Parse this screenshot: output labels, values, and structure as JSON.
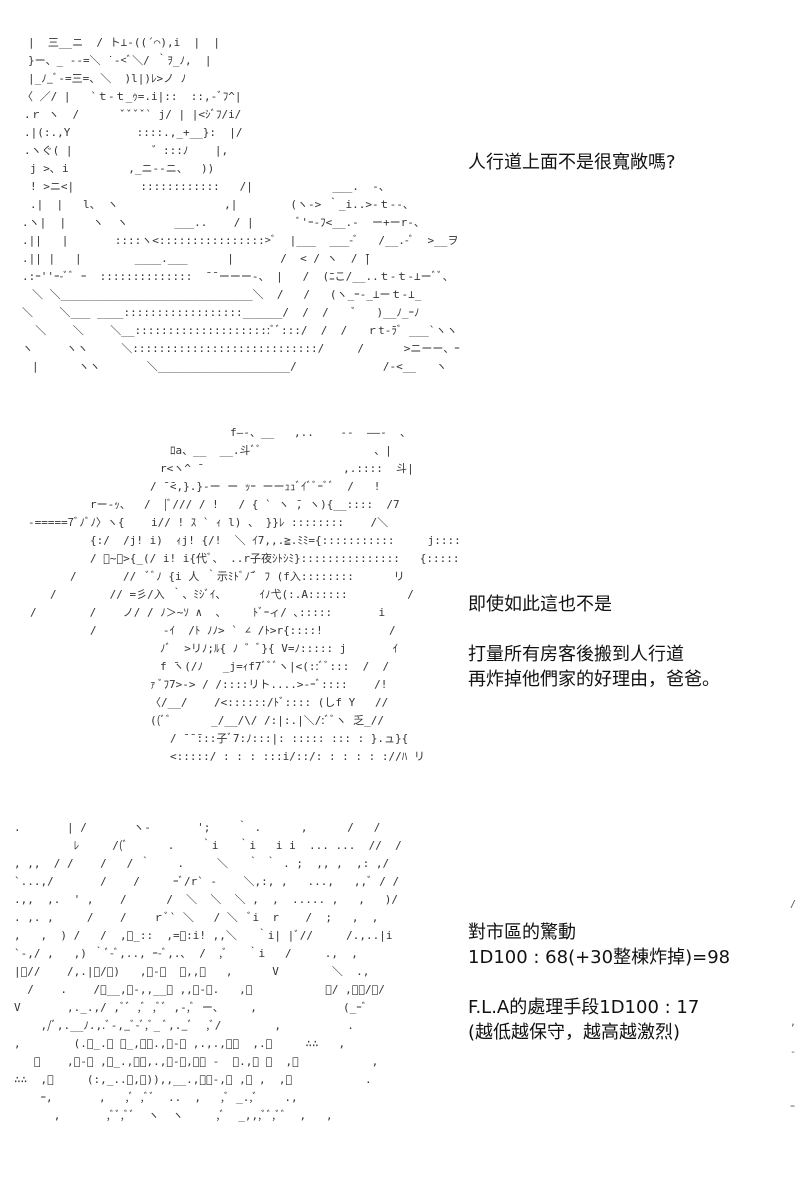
{
  "panels": [
    {
      "caption": [
        "人行道上面不是很寬敞嗎?"
      ]
    },
    {
      "caption": [
        "即使如此這也不是",
        "",
        "打量所有房客後搬到人行道",
        "再炸掉他們家的好理由，爸爸。"
      ]
    },
    {
      "caption": [
        "對市區的驚動",
        "1D100 : 68(+30整棟炸掉)=98",
        "",
        "F.L.A的處理手段1D100 : 17",
        "(越低越保守，越高越激烈)"
      ]
    }
  ]
}
